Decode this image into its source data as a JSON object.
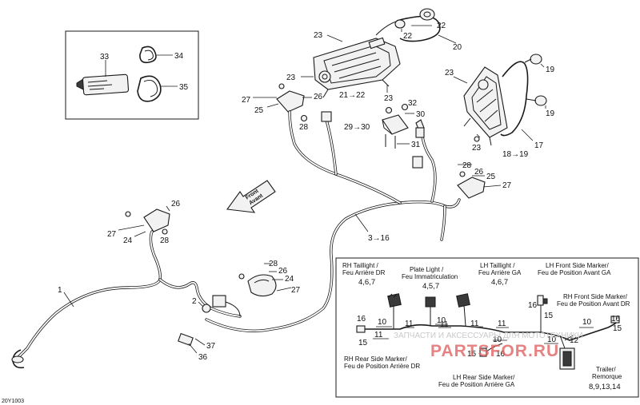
{
  "diagram_code": "20Y1003",
  "front_arrow": {
    "line1": "Front",
    "line2": "Avant"
  },
  "callouts": {
    "c33": "33",
    "c34": "34",
    "c35": "35",
    "c23a": "23",
    "c22a": "22",
    "c22b": "22",
    "c20": "20",
    "c23b": "23",
    "c27a": "27",
    "c26a": "26",
    "c25a": "25",
    "c28a": "28",
    "c2122": "21→22",
    "c23c": "23",
    "c32": "32",
    "c30": "30",
    "c2930": "29→30",
    "c31": "31",
    "c19a": "19",
    "c23d": "23",
    "c19b": "19",
    "c17": "17",
    "c23e": "23",
    "c1819": "18→19",
    "c28b": "28",
    "c26b": "26",
    "c25b": "25",
    "c27b": "27",
    "c26c": "26",
    "c27c": "27",
    "c24a": "24",
    "c28c": "28",
    "c316": "3→16",
    "c1": "1",
    "c28d": "28",
    "c26d": "26",
    "c24b": "24",
    "c27d": "27",
    "c2": "2",
    "c37": "37",
    "c36": "36"
  },
  "detail_box": {
    "rh_taillight": {
      "line1": "RH Taillight /",
      "line2": "Feu Arrière DR",
      "refs": "4,6,7"
    },
    "plate_light": {
      "line1": "Plate Light /",
      "line2": "Feu Immatriculation",
      "refs": "4,5,7"
    },
    "lh_taillight": {
      "line1": "LH Taillight /",
      "line2": "Feu Arrière GA",
      "refs": "4,6,7"
    },
    "lh_front_marker": {
      "line1": "LH Front Side Marker/",
      "line2": "Feu de Position Avant GA"
    },
    "rh_front_marker": {
      "line1": "RH Front Side Marker/",
      "line2": "Feu de Position Avant DR"
    },
    "rh_rear_marker": {
      "line1": "RH Rear Side Marker/",
      "line2": "Feu de Position Arrière DR"
    },
    "lh_rear_marker": {
      "line1": "LH Rear Side Marker/",
      "line2": "Feu de Position Arrière GA"
    },
    "trailer": {
      "line1": "Trailer/",
      "line2": "Remorque",
      "refs": "8,9,13,14"
    },
    "nums": {
      "n16a": "16",
      "n15a": "15",
      "n10a": "10",
      "n11a": "11",
      "n11b": "11",
      "n10b": "10",
      "n11c": "11",
      "n11d": "11",
      "n11e": "11",
      "n10c": "10",
      "n16b": "16",
      "n15b": "15",
      "n10d": "10",
      "n16c": "16",
      "n15c": "15",
      "n15d": "15",
      "n16d": "16",
      "n10e": "10",
      "n12": "12"
    }
  },
  "watermark": {
    "line1": "ЗАПЧАСТИ И АКСЕССУАРЫ ДЛЯ МОТОТЕХНИКИ",
    "line2": "PARTSFOR.RU"
  }
}
